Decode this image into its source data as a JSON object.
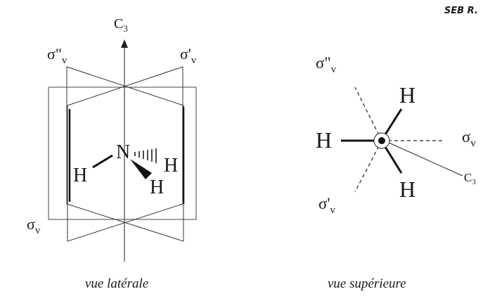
{
  "author": "SEB R.",
  "lateral": {
    "axis_label": "C",
    "axis_sub": "3",
    "sigma_dd": "σ\"",
    "sigma_d": "σ'",
    "sigma": "σ",
    "sub_v": "v",
    "atom_n": "N",
    "atom_h1": "H",
    "atom_h2": "H",
    "atom_h3": "H",
    "caption": "vue latérale"
  },
  "top": {
    "sigma_dd": "σ\"",
    "sigma_d": "σ'",
    "sigma": "σ",
    "sub_v": "v",
    "atom_h_left": "H",
    "atom_h_up": "H",
    "atom_h_down": "H",
    "c3_label": "C",
    "c3_sub": "3",
    "caption": "vue supérieure"
  }
}
